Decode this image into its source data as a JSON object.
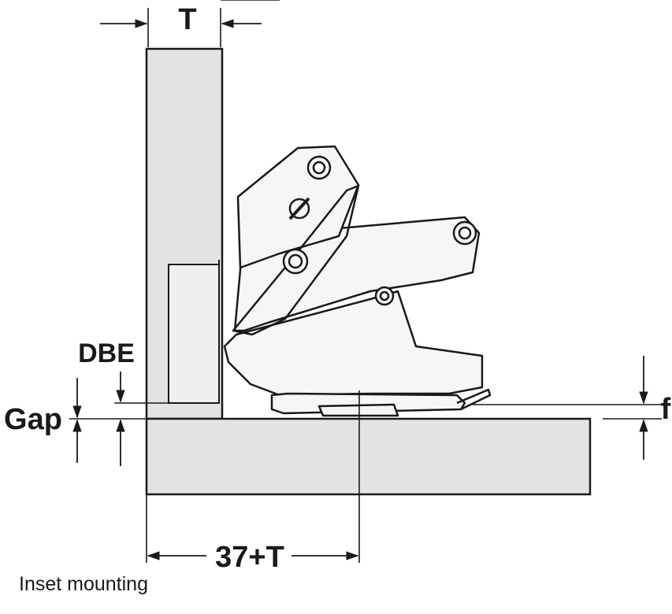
{
  "labels": {
    "thickness": "T",
    "dbe": "DBE",
    "gap": "Gap",
    "f": "f",
    "offset": "37+T"
  },
  "caption": "Inset mounting",
  "colors": {
    "panel": "#e3e3e5",
    "line": "#1a1a1a",
    "hinge": "#f6f6f6"
  }
}
